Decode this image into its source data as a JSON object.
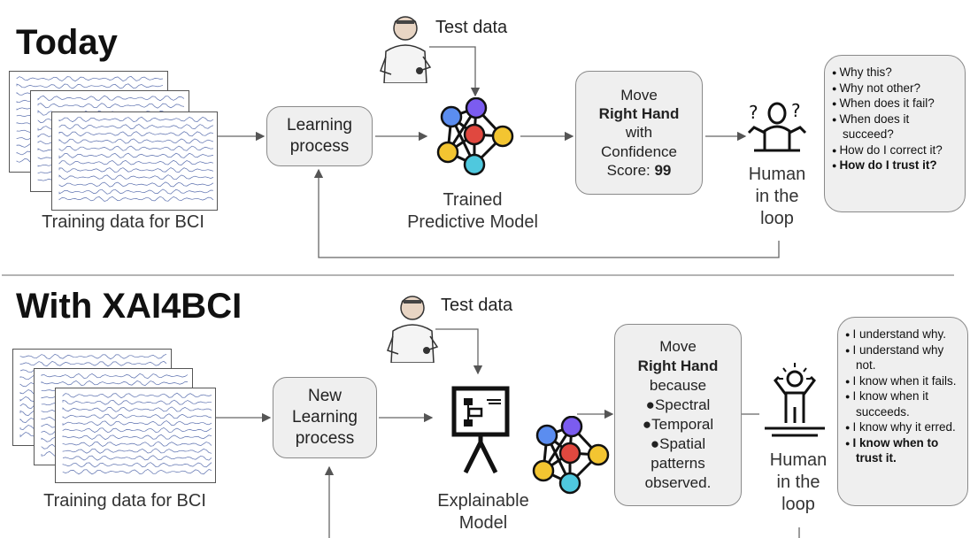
{
  "today": {
    "heading": "Today",
    "test_data": "Test data",
    "training_label": "Training data for BCI",
    "learning": "Learning process",
    "model_label": [
      "Trained",
      "Predictive Model"
    ],
    "prediction": {
      "line1": "Move",
      "bold": "Right Hand",
      "line3": "with",
      "line4": "Confidence",
      "score_label": "Score: ",
      "score": "99"
    },
    "human": [
      "Human",
      "in the",
      "loop"
    ],
    "questions": [
      {
        "text": "Why this?",
        "bold": false
      },
      {
        "text": "Why not other?",
        "bold": false
      },
      {
        "text": "When does it fail?",
        "bold": false
      },
      {
        "text": "When does it succeed?",
        "bold": false
      },
      {
        "text": "How do I correct it?",
        "bold": false
      },
      {
        "text": "How do I trust it?",
        "bold": true
      }
    ]
  },
  "xai": {
    "heading": "With XAI4BCI",
    "test_data": "Test data",
    "training_label": "Training data for BCI",
    "learning": "New Learning process",
    "model_label": [
      "Explainable",
      "Model"
    ],
    "prediction": {
      "line1": "Move",
      "bold": "Right Hand",
      "line3": "because",
      "items": [
        "Spectral",
        "Temporal",
        "Spatial"
      ],
      "tail": [
        "patterns",
        "observed."
      ]
    },
    "human": [
      "Human",
      "in the",
      "loop"
    ],
    "statements": [
      {
        "text": "I understand why.",
        "bold": false
      },
      {
        "text": "I understand why not.",
        "bold": false
      },
      {
        "text": "I know when it fails.",
        "bold": false
      },
      {
        "text": "I know when it succeeds.",
        "bold": false
      },
      {
        "text": "I know why it erred.",
        "bold": false
      },
      {
        "text": "I know when to trust it.",
        "bold": true
      }
    ]
  },
  "colors": {
    "node_purple": "#7b5cf0",
    "node_red": "#e0483f",
    "node_yellow": "#f3c531",
    "node_cyan": "#4fc8de",
    "node_blue": "#5b8df0",
    "eeg_trace": "#5a6fae",
    "box_fill": "#efefef"
  }
}
